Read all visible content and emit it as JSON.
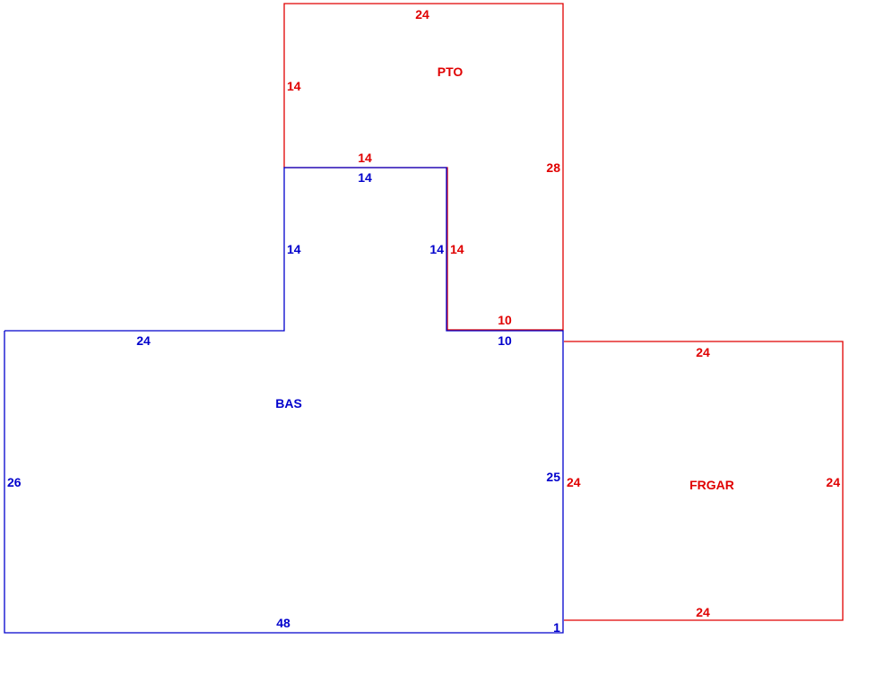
{
  "colors": {
    "bas": "#0000cc",
    "red": "#e00000"
  },
  "areas": {
    "pto": {
      "name": "PTO"
    },
    "bas": {
      "name": "BAS"
    },
    "frgar": {
      "name": "FRGAR"
    }
  },
  "dims": {
    "pto_top": "24",
    "pto_left": "14",
    "pto_right": "28",
    "pto_notch_top": "14",
    "pto_notch_side": "14",
    "pto_notch_bottom": "10",
    "bas_notch_top": "14",
    "bas_upper_left": "14",
    "bas_notch_side": "14",
    "bas_notch_bottom": "10",
    "bas_top_left": "24",
    "bas_left": "26",
    "bas_right": "25",
    "bas_bottom": "48",
    "bas_jog": "1",
    "frgar_top": "24",
    "frgar_left": "24",
    "frgar_right": "24",
    "frgar_bottom": "24"
  }
}
